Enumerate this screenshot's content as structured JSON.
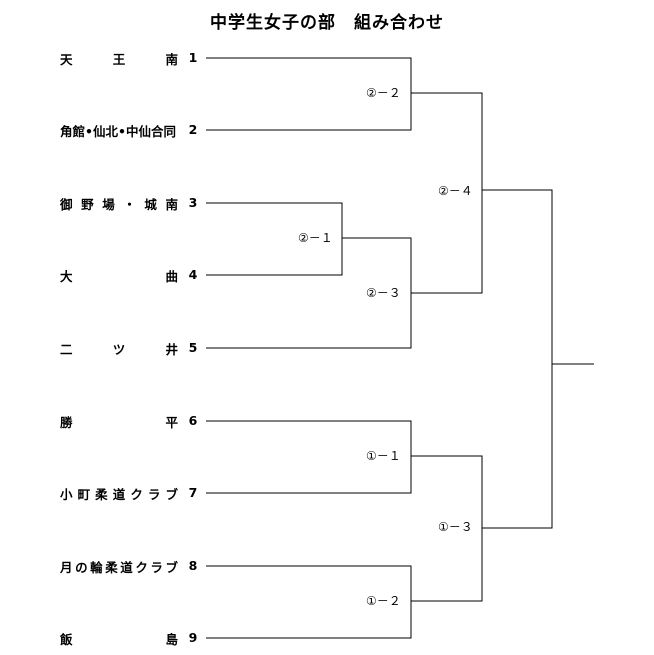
{
  "title": "中学生女子の部　組み合わせ",
  "teams": [
    {
      "seed": "1",
      "chars": [
        "天",
        "王",
        "南"
      ]
    },
    {
      "seed": "2",
      "chars": [
        "角館•仙北•中仙合同"
      ]
    },
    {
      "seed": "3",
      "chars": [
        "御",
        "野",
        "場",
        "・",
        "城",
        "南"
      ]
    },
    {
      "seed": "4",
      "chars": [
        "大",
        "曲"
      ]
    },
    {
      "seed": "5",
      "chars": [
        "二",
        "ツ",
        "井"
      ]
    },
    {
      "seed": "6",
      "chars": [
        "勝",
        "平"
      ]
    },
    {
      "seed": "7",
      "chars": [
        "小",
        "町",
        "柔",
        "道",
        "ク",
        "ラ",
        "ブ"
      ]
    },
    {
      "seed": "8",
      "chars": [
        "月",
        "の",
        "輪",
        "柔",
        "道",
        "ク",
        "ラ",
        "ブ"
      ]
    },
    {
      "seed": "9",
      "chars": [
        "飯",
        "島"
      ]
    }
  ],
  "matches": {
    "m2_2": "②－２",
    "m2_1": "②－１",
    "m2_3": "②－３",
    "m2_4": "②－４",
    "m1_1": "①－１",
    "m1_2": "①－２",
    "m1_3": "①－３"
  }
}
